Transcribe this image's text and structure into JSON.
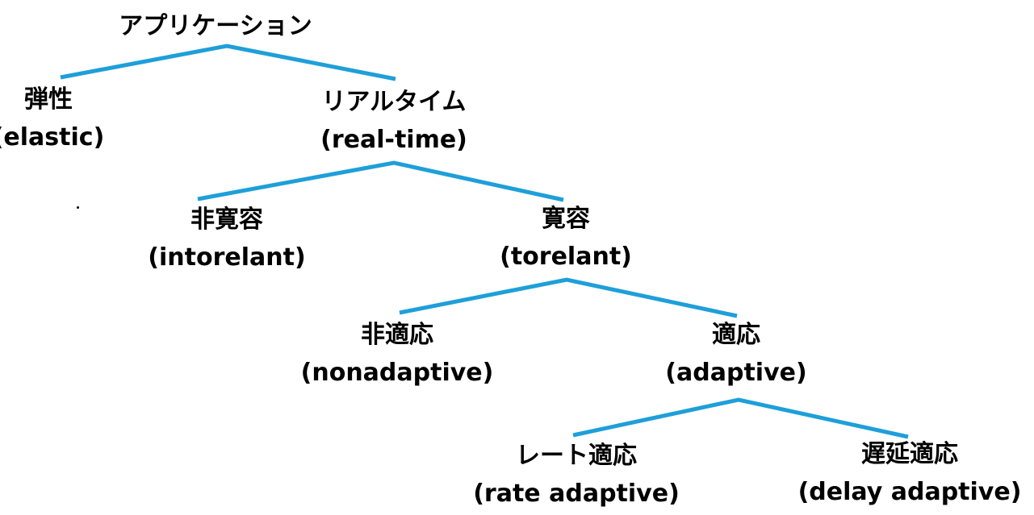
{
  "diagram": {
    "type": "tree",
    "edge_color": "#1E9FD9",
    "text_color": "#000000",
    "background_color": "#FFFFFF",
    "tree": {
      "label_ja": "アプリケーション",
      "children": [
        {
          "label_ja": "弾性",
          "label_en": "(elastic)",
          "children": []
        },
        {
          "label_ja": "リアルタイム",
          "label_en": "(real-time)",
          "children": [
            {
              "label_ja": "非寛容",
              "label_en": "(intorelant)",
              "children": []
            },
            {
              "label_ja": "寛容",
              "label_en": "(torelant)",
              "children": [
                {
                  "label_ja": "非適応",
                  "label_en": "(nonadaptive)",
                  "children": []
                },
                {
                  "label_ja": "適応",
                  "label_en": "(adaptive)",
                  "children": [
                    {
                      "label_ja": "レート適応",
                      "label_en": "(rate adaptive)",
                      "children": []
                    },
                    {
                      "label_ja": "遅延適応",
                      "label_en": "(delay adaptive)",
                      "children": []
                    }
                  ]
                }
              ]
            }
          ]
        }
      ]
    }
  }
}
